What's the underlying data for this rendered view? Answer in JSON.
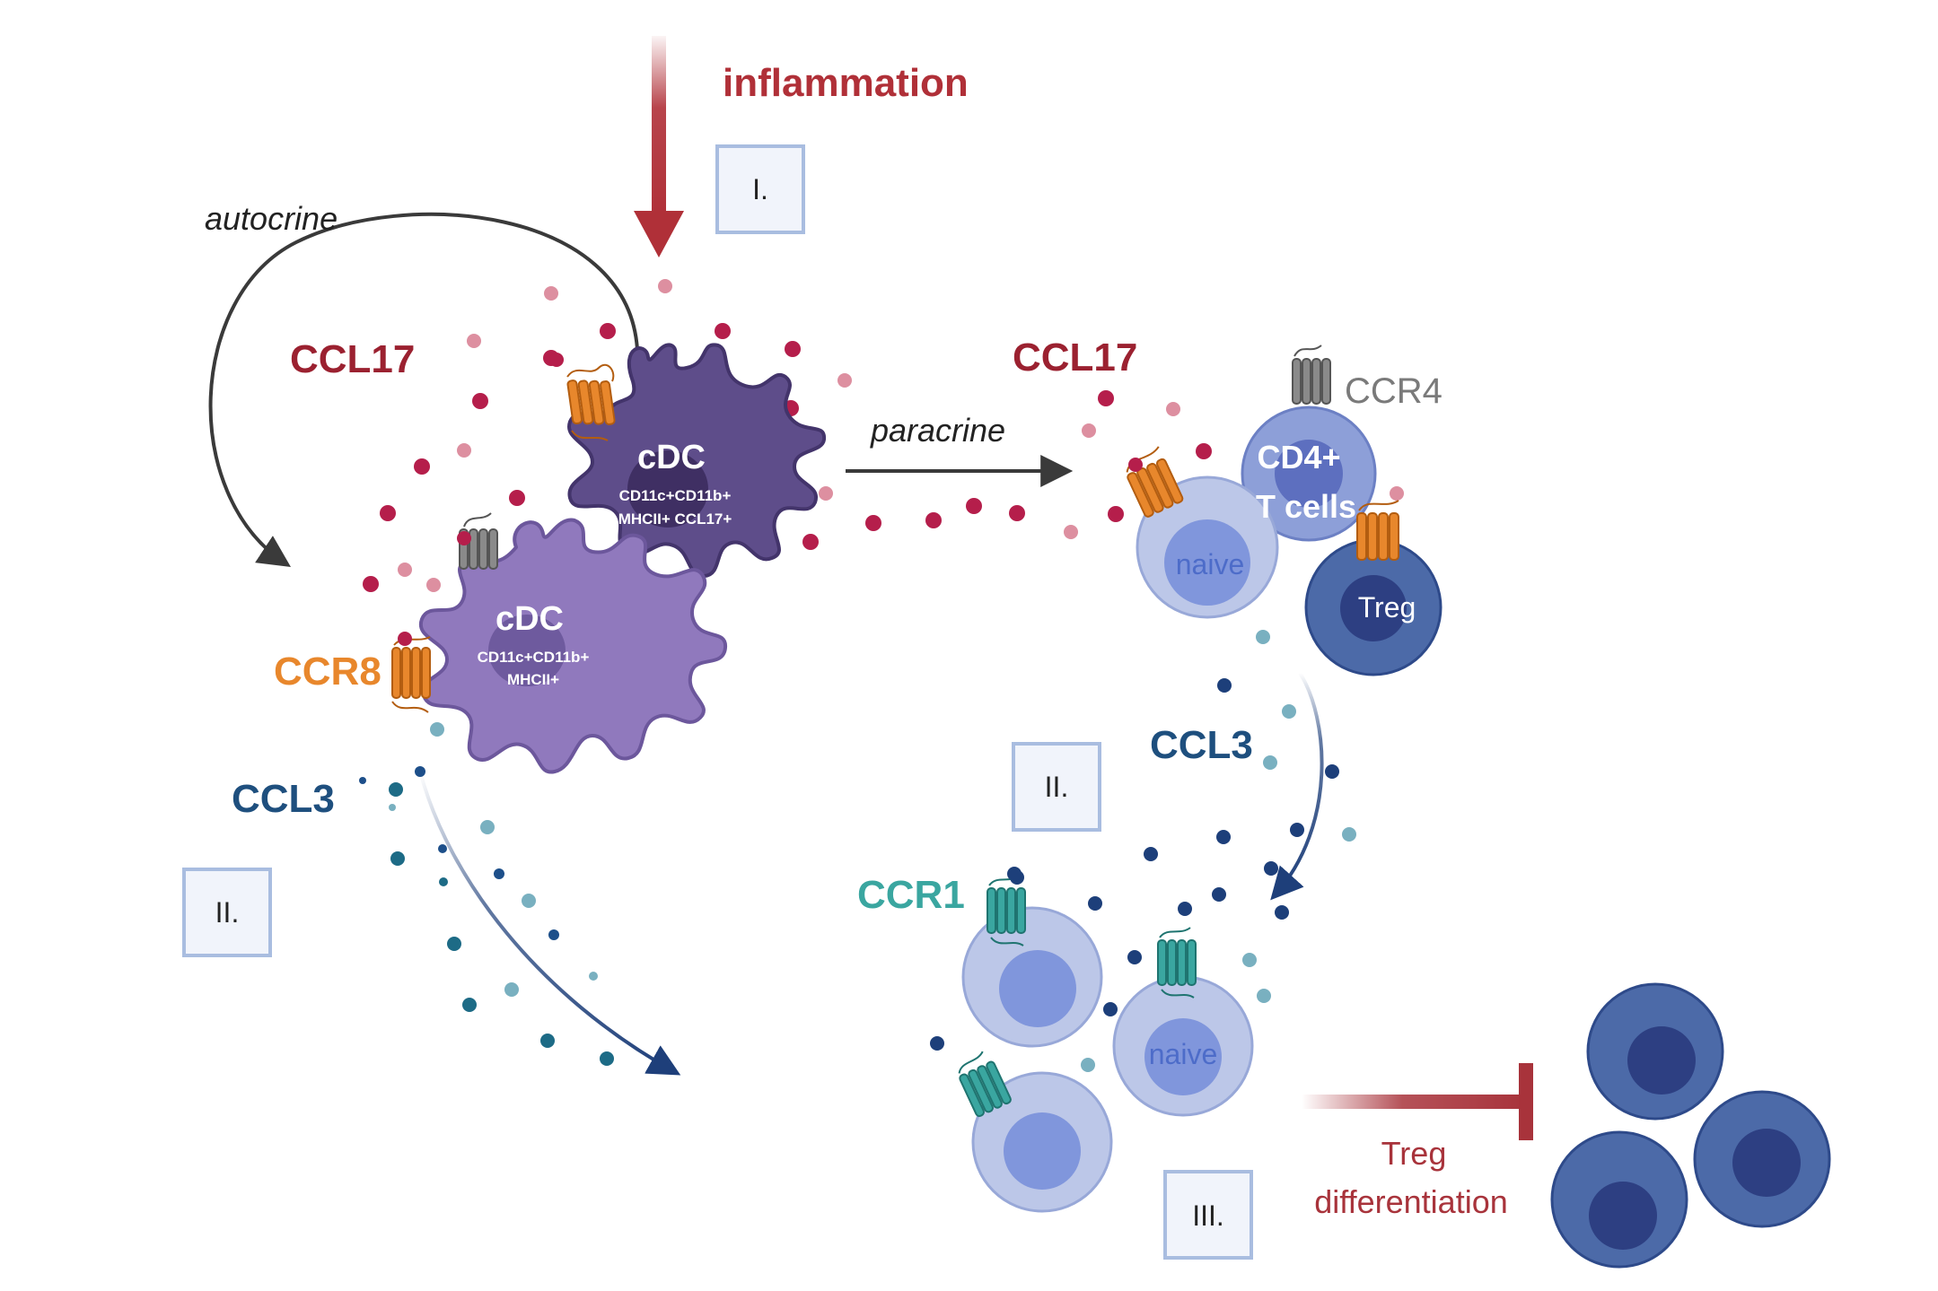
{
  "labels": {
    "inflammation": "inflammation",
    "autocrine": "autocrine",
    "paracrine": "paracrine",
    "ccl17_left": "CCL17",
    "ccl17_right": "CCL17",
    "ccr4": "CCR4",
    "ccr8": "CCR8",
    "ccl3_left": "CCL3",
    "ccl3_right": "CCL3",
    "ccr1": "CCR1",
    "treg_diff_line1": "Treg",
    "treg_diff_line2": "differentiation"
  },
  "steps": {
    "step_1": "I.",
    "step_2_left": "II.",
    "step_2_right": "II.",
    "step_3": "III."
  },
  "cells": {
    "cdc_ccl17_title": "cDC",
    "cdc_ccl17_line1": "CD11c+CD11b+",
    "cdc_ccl17_line2": "MHCII+ CCL17+",
    "cdc_title": "cDC",
    "cdc_line1": "CD11c+CD11b+",
    "cdc_line2": "MHCII+",
    "cd4_line1": "CD4+",
    "cd4_line2": "T cells",
    "naive_top": "naive",
    "treg": "Treg",
    "naive_bottom": "naive"
  },
  "colors": {
    "inflammation_red": "#b03038",
    "ccl17_red": "#9b2130",
    "ccr8_orange": "#e8872c",
    "ccl3_blue": "#1e4f7e",
    "ccr1_teal": "#3aa6a0",
    "ccr4_gray": "#7a7a7a",
    "cdc_dark": "#5b4a86",
    "cdc_light": "#8e76b8",
    "tcell_light": "#b8c5e6",
    "treg_dark": "#4c6aa8"
  }
}
